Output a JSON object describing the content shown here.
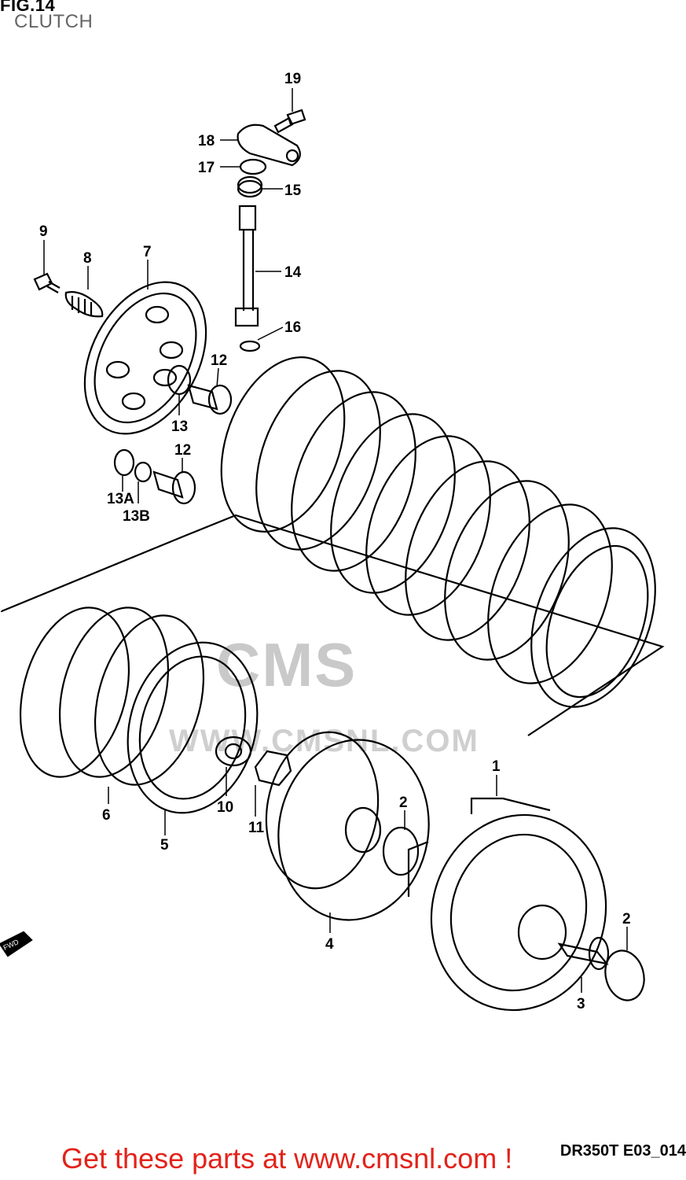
{
  "figure": {
    "title": "FIG.14",
    "subtitle": "CLUTCH",
    "drawing_code": "DR350T E03_014"
  },
  "watermark": {
    "brand": "CMS",
    "url": "WWW.CMSNL.COM"
  },
  "direction_marker": "FWD",
  "footer_text": "Get these parts at www.cmsnl.com !",
  "callouts": [
    {
      "id": "19",
      "label": "19"
    },
    {
      "id": "18",
      "label": "18"
    },
    {
      "id": "17",
      "label": "17"
    },
    {
      "id": "15",
      "label": "15"
    },
    {
      "id": "14",
      "label": "14"
    },
    {
      "id": "16",
      "label": "16"
    },
    {
      "id": "9",
      "label": "9"
    },
    {
      "id": "8",
      "label": "8"
    },
    {
      "id": "7",
      "label": "7"
    },
    {
      "id": "12a",
      "label": "12"
    },
    {
      "id": "13",
      "label": "13"
    },
    {
      "id": "12b",
      "label": "12"
    },
    {
      "id": "13A",
      "label": "13A"
    },
    {
      "id": "13B",
      "label": "13B"
    },
    {
      "id": "1",
      "label": "1"
    },
    {
      "id": "2a",
      "label": "2"
    },
    {
      "id": "2b",
      "label": "2"
    },
    {
      "id": "3",
      "label": "3"
    },
    {
      "id": "4",
      "label": "4"
    },
    {
      "id": "5",
      "label": "5"
    },
    {
      "id": "6",
      "label": "6"
    },
    {
      "id": "10",
      "label": "10"
    },
    {
      "id": "11",
      "label": "11"
    }
  ]
}
